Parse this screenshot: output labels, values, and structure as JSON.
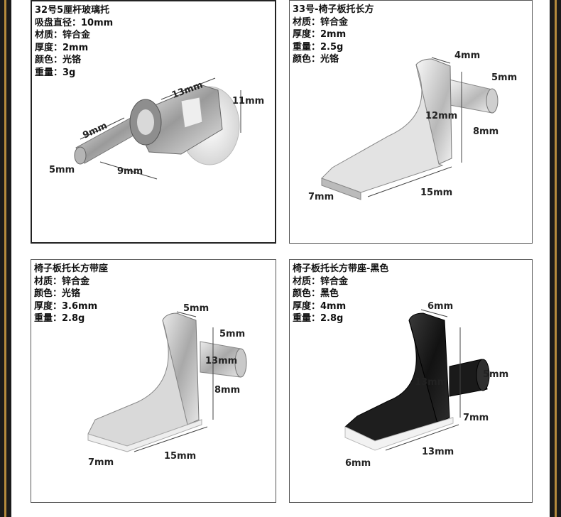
{
  "panels": [
    {
      "title": "32号5厘杆玻璃托",
      "specs": [
        "吸盘直径：10mm",
        "材质：锌合金",
        "厚度：2mm",
        "颜色：光铬",
        "重量：3g"
      ],
      "dims": [
        "13mm",
        "11mm",
        "9mm",
        "5mm",
        "9mm"
      ]
    },
    {
      "title": "33号-椅子板托长方",
      "specs": [
        "材质：锌合金",
        "厚度：2mm",
        "重量：2.5g",
        "颜色：光铬"
      ],
      "dims": [
        "4mm",
        "5mm",
        "12mm",
        "8mm",
        "15mm",
        "7mm"
      ]
    },
    {
      "title": "椅子板托长方带座",
      "specs": [
        "材质：锌合金",
        "颜色：光铬",
        "厚度：3.6mm",
        "重量：2.8g"
      ],
      "dims": [
        "5mm",
        "5mm",
        "13mm",
        "8mm",
        "15mm",
        "7mm"
      ]
    },
    {
      "title": "椅子板托长方带座-黑色",
      "specs": [
        "材质：锌合金",
        "颜色：黑色",
        "厚度：4mm",
        "重量：2.8g"
      ],
      "dims": [
        "6mm",
        "5mm",
        "13mm",
        "7mm",
        "13mm",
        "6mm"
      ]
    }
  ],
  "colors": {
    "frame": "#b48a3c",
    "background": "#1b1b1b",
    "chrome": "#c9c9c9",
    "black_finish": "#1e1e1e"
  }
}
